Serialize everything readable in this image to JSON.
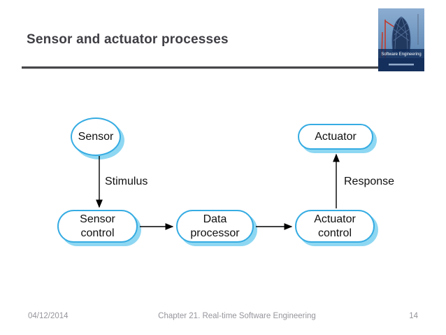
{
  "slide": {
    "title": "Sensor and actuator processes",
    "footer": {
      "date": "04/12/2014",
      "chapter": "Chapter 21. Real-time Software Engineering",
      "page": "14"
    }
  },
  "logo": {
    "title": "Software Engineering",
    "description": "book-cover-with-gherkin-building-and-red-crane"
  },
  "diagram": {
    "nodes": {
      "sensor": {
        "label": "Sensor",
        "shape": "ellipse"
      },
      "actuator": {
        "label": "Actuator",
        "shape": "stadium"
      },
      "sensor_control": {
        "label": "Sensor control",
        "shape": "stadium"
      },
      "data_processor": {
        "label": "Data processor",
        "shape": "stadium"
      },
      "actuator_control": {
        "label": "Actuator control",
        "shape": "stadium"
      }
    },
    "edges": [
      {
        "from": "Sensor",
        "to": "Sensor control",
        "label": "Stimulus"
      },
      {
        "from": "Sensor control",
        "to": "Data processor",
        "label": ""
      },
      {
        "from": "Data processor",
        "to": "Actuator control",
        "label": ""
      },
      {
        "from": "Actuator control",
        "to": "Actuator",
        "label": "Response"
      }
    ],
    "colors": {
      "node_border": "#36ace2",
      "node_shadow": "#8ed7f2",
      "node_fill": "#ffffff",
      "arrow": "#000000",
      "title_text": "#3e3e44",
      "footer_text": "#95959c"
    }
  }
}
